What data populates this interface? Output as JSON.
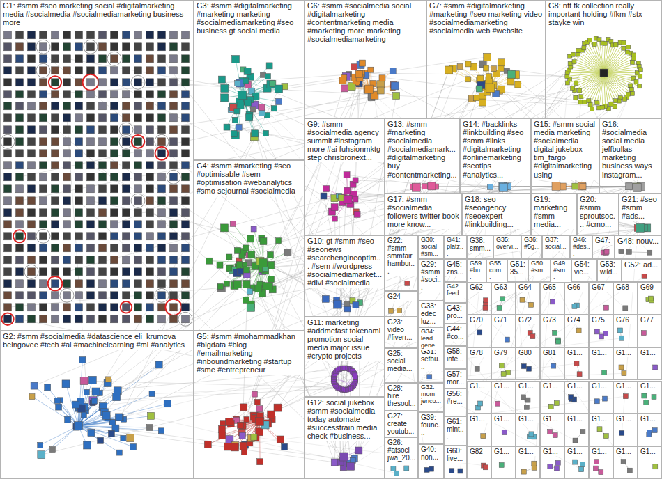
{
  "diagram": {
    "nodes": [
      {
        "text": [
          "G1: #smm #seo marketing social #digitalmarketing media #socialmedia #socialmediamarketing business more"
        ]
      },
      {
        "text": [
          "G2: #smm #socialmedia #datascience eli_krumova beingovee #tech #ai #machinelearning #ml #analytics"
        ]
      },
      {
        "text": [
          "G3: #smm #digitalmarketing #marketing marketing #socialmediamarketing #seo business gt social media"
        ]
      },
      {
        "text": [
          "G4: #smm #marketing #seo #optimisable #sem #optimisation #webanalytics #smo sejournal #socialmedia"
        ]
      },
      {
        "text": [
          "G5: #smm #mohammadkhan #bigdata #blog #emailmarketing #inboundmarketing #startup #sme #entrepreneur"
        ]
      },
      {
        "text": [
          "G6: #smm #socialmedia social #digitalmarketing #contentmarketing media #marketing more marketing #socialmediamarketing"
        ]
      },
      {
        "text": [
          "G7: #smm #digitalmarketing #marketing #seo marketing video #socialmediamarketing #socialmedia web #website"
        ]
      },
      {
        "text": [
          "G8: nft fk collection really important holding #fkm #stx stayke win"
        ]
      },
      {
        "text": [
          "G9: #smm #socialmedia agency summit #instagram more #ai fuhsionmktg step chrisbronext..."
        ]
      },
      {
        "text": [
          "G10: gt #smm #seo #seonews #searchengineoptim... #sem #wordpress #socialmediamarket... #divi #socialmedia"
        ]
      },
      {
        "text": [
          "G11: marketing #addmefast tokenaml promotion social media major issue #crypto projects"
        ]
      },
      {
        "text": [
          "G12: social jukebox #smm #socialmedia today automate #successtrain media check #business..."
        ]
      },
      {
        "text": [
          "G13: #smm #marketing #socialmedia #socialmediamark... #digitalmarketing buy #contentmarketing..."
        ]
      },
      {
        "text": [
          "G14: #backlinks #linkbuilding #seo #smm #links #digitalmarketing #onlinemarketing #seotips #analytics..."
        ]
      },
      {
        "text": [
          "G15: #smm social media marketing #socialmedia digital jukebox tim_fargo #digitalmarketing using"
        ]
      },
      {
        "text": [
          "G16: #socialmedia social media jeffbullas marketing business ways instagram..."
        ]
      },
      {
        "text": [
          "G17: #smm #socialmedia followers twitter book more know..."
        ]
      },
      {
        "text": [
          "G18: seo #seoagency #seoexpert #linkbuilding..."
        ]
      },
      {
        "text": [
          "G19: marketing #smm media..."
        ]
      },
      {
        "text": [
          "G20: #smm sproutsoc... #cmo..."
        ]
      },
      {
        "text": [
          "G21: #seo #smm #ads..."
        ]
      },
      {
        "text": [
          "G22: #smm smmfair hambur..."
        ]
      },
      {
        "text": [
          "G23: video #fiverr..."
        ]
      },
      {
        "text": [
          "G24"
        ]
      },
      {
        "text": [
          "G25: social media..."
        ]
      },
      {
        "text": [
          "G26: #atsoci jwa_20..."
        ]
      },
      {
        "text": [
          "G27: create youtub..."
        ]
      },
      {
        "text": [
          "G28: hire thesoul..."
        ]
      },
      {
        "text": [
          "G29: #smm #soci..."
        ]
      },
      {
        "text": [
          "G30: social #sm..."
        ]
      },
      {
        "text": [
          "G31: sefbu..."
        ]
      },
      {
        "text": [
          "G32: mom jenco..."
        ]
      },
      {
        "text": [
          "G33: edec luz..."
        ]
      },
      {
        "text": [
          "G34: lead gene..."
        ]
      },
      {
        "text": [
          "G35: overvi..."
        ]
      },
      {
        "text": [
          "G36: #5g..."
        ]
      },
      {
        "text": [
          "G37: social..."
        ]
      },
      {
        "text": [
          "G38: smm..."
        ]
      },
      {
        "text": [
          "G39: founc..."
        ]
      },
      {
        "text": [
          "G40: non..."
        ]
      },
      {
        "text": [
          "G41: platz..."
        ]
      },
      {
        "text": [
          "G42: feed..."
        ]
      },
      {
        "text": [
          "G43: pro..."
        ]
      },
      {
        "text": [
          "G44: #co..."
        ]
      },
      {
        "text": [
          "G45: zns..."
        ]
      },
      {
        "text": [
          "G46: #des..."
        ]
      },
      {
        "text": [
          "G47:"
        ]
      },
      {
        "text": [
          "G48: nouv..."
        ]
      },
      {
        "text": [
          "G49: #sm..."
        ]
      },
      {
        "text": [
          "G50: #sm..."
        ]
      },
      {
        "text": [
          "G51: 35..."
        ]
      },
      {
        "text": [
          "G52: ad..."
        ]
      },
      {
        "text": [
          "G53: wild..."
        ]
      },
      {
        "text": [
          "G54: vie..."
        ]
      },
      {
        "text": [
          "G55: com..."
        ]
      },
      {
        "text": [
          "G56: #re..."
        ]
      },
      {
        "text": [
          "G57: mor..."
        ]
      },
      {
        "text": [
          "G58: inte..."
        ]
      },
      {
        "text": [
          "G59: #bu..."
        ]
      },
      {
        "text": [
          "G60: live..."
        ]
      },
      {
        "text": [
          "G61: mint..."
        ]
      },
      {
        "text": [
          "G62"
        ]
      },
      {
        "text": [
          "G63"
        ]
      },
      {
        "text": [
          "G64"
        ]
      },
      {
        "text": [
          "G65"
        ]
      },
      {
        "text": [
          "G66"
        ]
      },
      {
        "text": [
          "G67"
        ]
      },
      {
        "text": [
          "G68"
        ]
      },
      {
        "text": [
          "G69"
        ]
      },
      {
        "text": [
          "G70"
        ]
      },
      {
        "text": [
          "G71"
        ]
      },
      {
        "text": [
          "G72"
        ]
      },
      {
        "text": [
          "G73"
        ]
      },
      {
        "text": [
          "G74"
        ]
      },
      {
        "text": [
          "G75"
        ]
      },
      {
        "text": [
          "G76"
        ]
      },
      {
        "text": [
          "G77"
        ]
      },
      {
        "text": [
          "G78"
        ]
      },
      {
        "text": [
          "G79"
        ]
      },
      {
        "text": [
          "G80"
        ]
      },
      {
        "text": [
          "G81"
        ]
      },
      {
        "text": [
          "G1..."
        ]
      },
      {
        "text": [
          "G1..."
        ]
      },
      {
        "text": [
          "G1..."
        ]
      },
      {
        "text": [
          "G1..."
        ]
      },
      {
        "text": [
          "G1..."
        ]
      },
      {
        "text": [
          "G1..."
        ]
      },
      {
        "text": [
          "G1..."
        ]
      },
      {
        "text": [
          "G1..."
        ]
      },
      {
        "text": [
          "G1..."
        ]
      },
      {
        "text": [
          "G1..."
        ]
      },
      {
        "text": [
          "G1..."
        ]
      },
      {
        "text": [
          "G1..."
        ]
      },
      {
        "text": [
          "G1..."
        ]
      },
      {
        "text": [
          "G1..."
        ]
      },
      {
        "text": [
          "G1..."
        ]
      },
      {
        "text": [
          "G1..."
        ]
      },
      {
        "text": [
          "G1..."
        ]
      },
      {
        "text": [
          "G1..."
        ]
      },
      {
        "text": [
          "G1..."
        ]
      },
      {
        "text": [
          "G1..."
        ]
      },
      {
        "text": [
          "G82"
        ]
      },
      {
        "text": [
          "G1..."
        ]
      },
      {
        "text": [
          "G1..."
        ]
      },
      {
        "text": [
          "G1..."
        ]
      },
      {
        "text": [
          "G1..."
        ]
      },
      {
        "text": [
          "G1..."
        ]
      },
      {
        "text": [
          "G1..."
        ]
      },
      {
        "text": [
          "G1..."
        ]
      }
    ]
  }
}
